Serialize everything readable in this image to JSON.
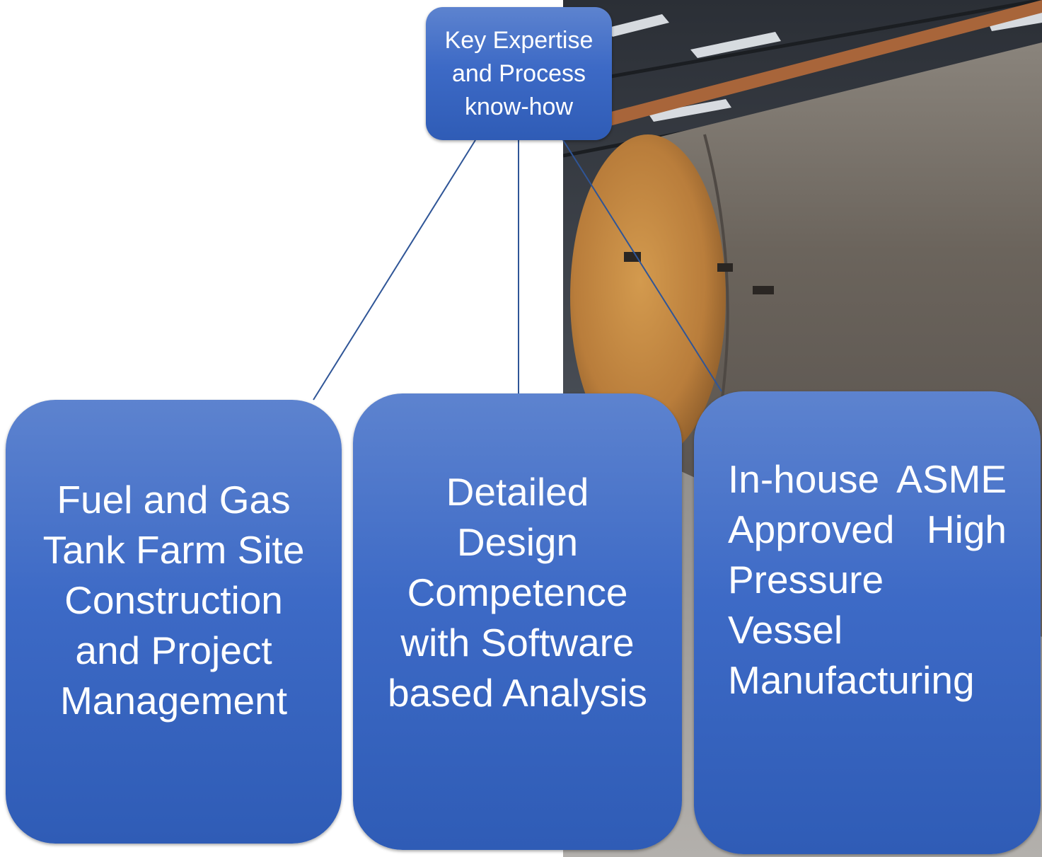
{
  "diagram": {
    "top": {
      "label": "Key Expertise and Process know-how"
    },
    "boxes": [
      {
        "label": "Fuel and Gas Tank Farm Site Construction and Project Management"
      },
      {
        "label": "Detailed Design Competence with Software based Analysis"
      },
      {
        "label": "In-house ASME Approved High Pressure Vessel Manufacturing"
      }
    ]
  },
  "colors": {
    "box_fill": "#4472c4",
    "connector": "#2f5597",
    "text": "#ffffff"
  }
}
